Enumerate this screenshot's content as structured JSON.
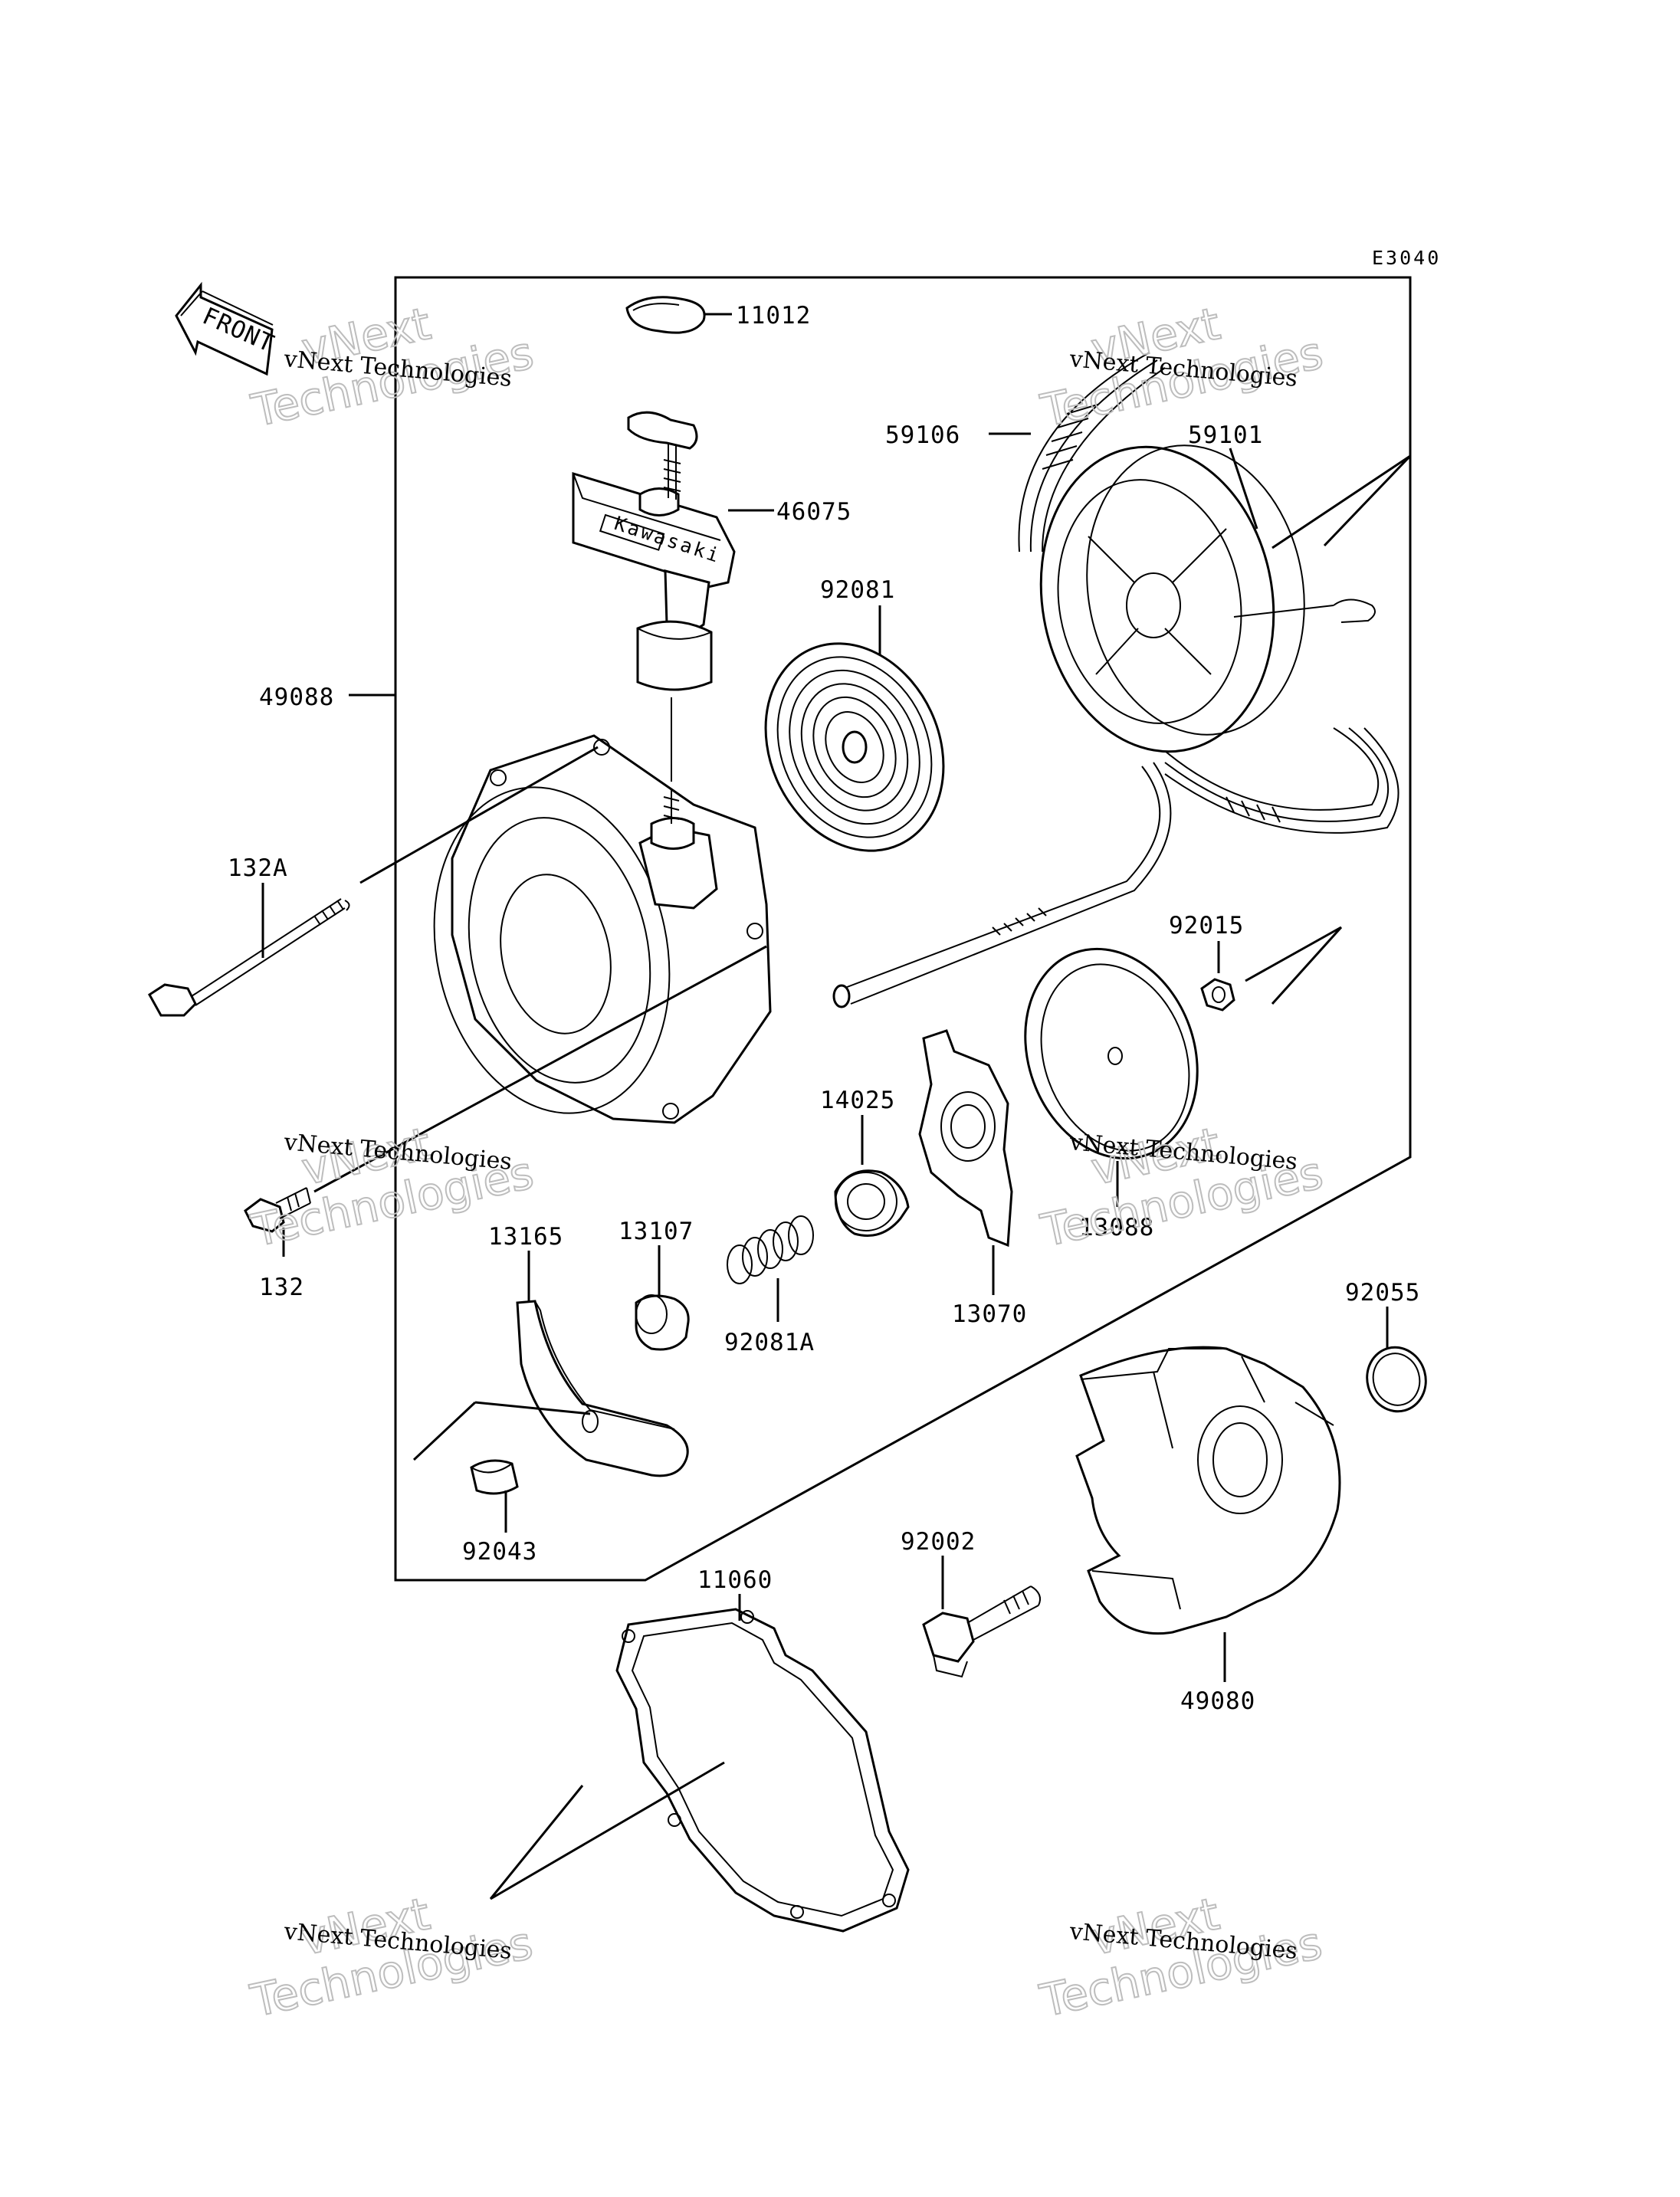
{
  "diagram_code": "E3040",
  "front_label": "FRONT",
  "part_numbers": {
    "p11012": "11012",
    "p46075": "46075",
    "p59106": "59106",
    "p59101": "59101",
    "p92081": "92081",
    "p49088": "49088",
    "p132A": "132A",
    "p92015": "92015",
    "p14025": "14025",
    "p13088": "13088",
    "p132": "132",
    "p13165": "13165",
    "p13107": "13107",
    "p92081A": "92081A",
    "p13070": "13070",
    "p92055": "92055",
    "p92043": "92043",
    "p92002": "92002",
    "p11060": "11060",
    "p49080": "49080"
  },
  "watermark": {
    "line1": "vNext",
    "line2": "Technologies",
    "caption": "vNext Technologies"
  }
}
